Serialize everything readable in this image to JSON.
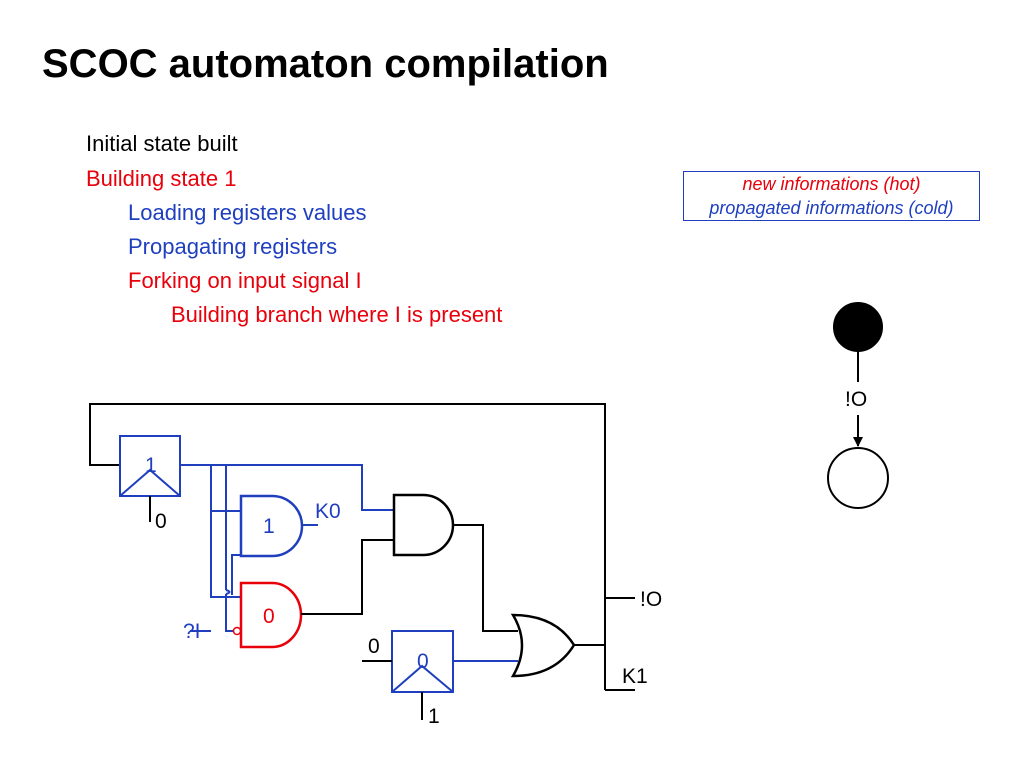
{
  "title": "SCOC automaton compilation",
  "steps": [
    {
      "text": "Initial state built",
      "color": "#000000"
    },
    {
      "text": "Building state 1",
      "color": "#e8000b"
    },
    {
      "text": "Loading registers values",
      "color": "#1f3fbf"
    },
    {
      "text": "Propagating registers",
      "color": "#1f3fbf"
    },
    {
      "text": "Forking on input signal I",
      "color": "#e8000b"
    },
    {
      "text": "Building branch where I is present",
      "color": "#e8000b"
    }
  ],
  "legend": {
    "hot": "new informations (hot)",
    "cold": "propagated informations (cold)"
  },
  "colors": {
    "hot": "#e8000b",
    "cold": "#1f3fbf",
    "neutral": "#000000"
  },
  "circuit": {
    "register_top": {
      "value": "1",
      "init": "0"
    },
    "register_bottom": {
      "value": "0",
      "init_input": "0",
      "init": "1"
    },
    "and_gate_top": {
      "value": "1",
      "output_label": "K0"
    },
    "and_gate_bottom": {
      "value": "0",
      "input_label": "?I"
    },
    "output_o": "!O",
    "output_k1": "K1"
  },
  "automaton": {
    "initial_state_filled": true,
    "transition_label": "!O"
  }
}
